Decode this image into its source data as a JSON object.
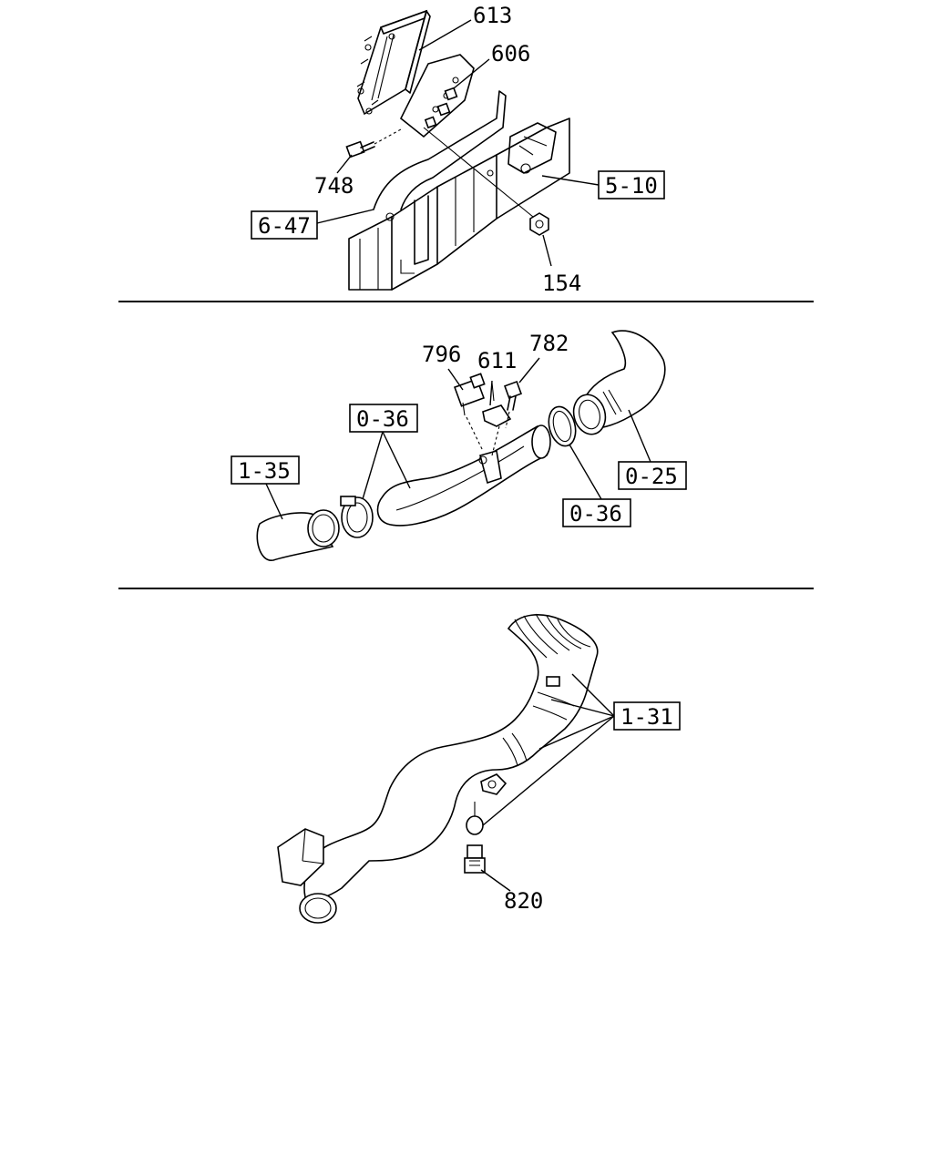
{
  "sections": [
    {
      "id": "ecu-mount",
      "callouts": [
        {
          "key": "part-613",
          "label": "613"
        },
        {
          "key": "part-606",
          "label": "606"
        },
        {
          "key": "part-748",
          "label": "748"
        },
        {
          "key": "part-154",
          "label": "154"
        }
      ],
      "references": [
        {
          "key": "ref-5-10",
          "label": "5-10"
        },
        {
          "key": "ref-6-47",
          "label": "6-47"
        }
      ]
    },
    {
      "id": "intake-pipe",
      "callouts": [
        {
          "key": "part-796",
          "label": "796"
        },
        {
          "key": "part-611",
          "label": "611"
        },
        {
          "key": "part-782",
          "label": "782"
        }
      ],
      "references": [
        {
          "key": "ref-0-36-a",
          "label": "0-36"
        },
        {
          "key": "ref-1-35",
          "label": "1-35"
        },
        {
          "key": "ref-0-25",
          "label": "0-25"
        },
        {
          "key": "ref-0-36-b",
          "label": "0-36"
        }
      ]
    },
    {
      "id": "turbo-hose",
      "callouts": [
        {
          "key": "part-820",
          "label": "820"
        }
      ],
      "references": [
        {
          "key": "ref-1-31",
          "label": "1-31"
        }
      ]
    }
  ]
}
